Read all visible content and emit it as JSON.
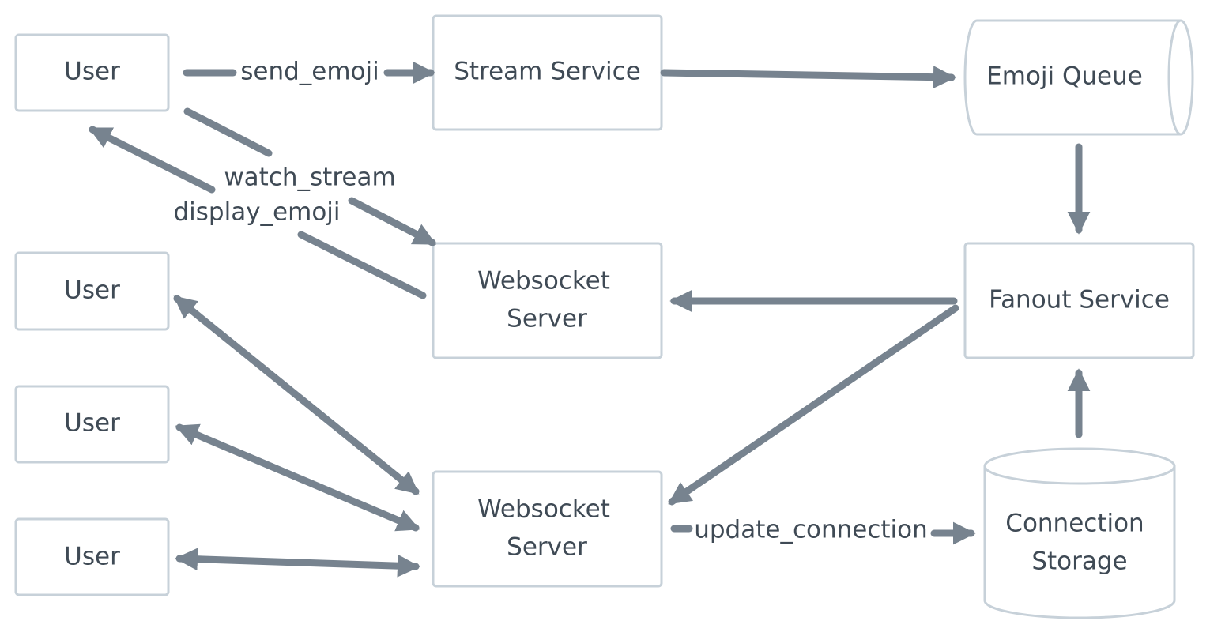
{
  "nodes": {
    "user_1": "User",
    "user_2": "User",
    "user_3": "User",
    "user_4": "User",
    "stream_service": "Stream Service",
    "emoji_queue": "Emoji Queue",
    "websocket_server_top": [
      "Websocket",
      "Server"
    ],
    "websocket_server_bottom": [
      "Websocket",
      "Server"
    ],
    "fanout_service": "Fanout Service",
    "connection_storage": [
      "Connection",
      "Storage"
    ]
  },
  "edges": {
    "send_emoji": "send_emoji",
    "watch_stream": "watch_stream",
    "display_emoji": "display_emoji",
    "update_connection": "update_connection"
  },
  "colors": {
    "edge": "#77838f",
    "node_border": "#c7d1d9",
    "text": "#3f4a55",
    "background": "#ffffff"
  }
}
